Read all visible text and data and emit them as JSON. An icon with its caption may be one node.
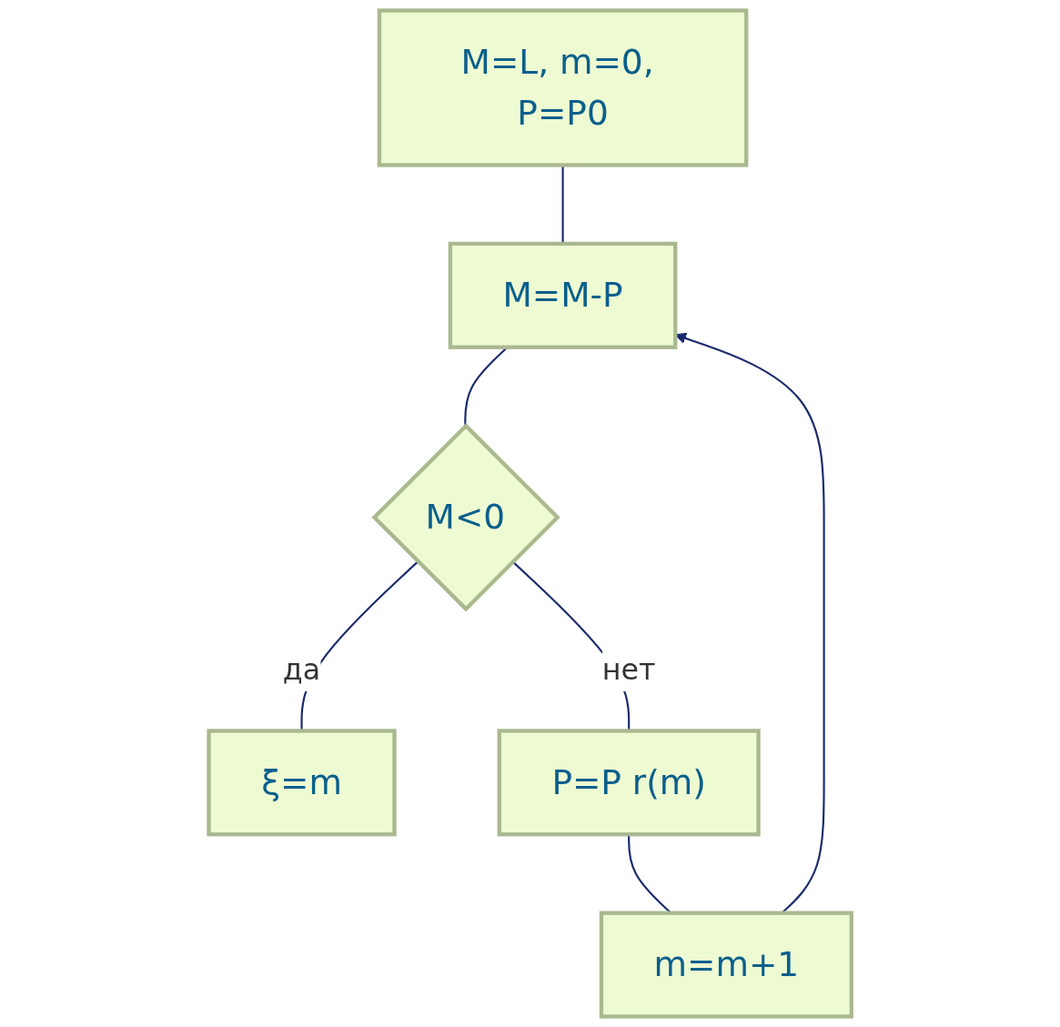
{
  "diagram": {
    "nodes": [
      {
        "text": [
          "M=L, m=0, P=P0"
        ]
      },
      {
        "text": [
          "M=M-P"
        ]
      },
      {
        "text": [
          "M<0"
        ]
      },
      {
        "text": [
          "ξ=m"
        ]
      },
      {
        "text": [
          "P=P r(m)"
        ]
      },
      {
        "text": [
          "m=m+1"
        ]
      }
    ],
    "edges": [
      {
        "from": 0,
        "to": 1,
        "arrow": "none"
      },
      {
        "from": 1,
        "to": 2,
        "arrow": "none"
      },
      {
        "from": 2,
        "to": 3,
        "arrow": "none",
        "label": "да"
      },
      {
        "from": 2,
        "to": 4,
        "arrow": "none",
        "label": "нет"
      },
      {
        "from": 4,
        "to": 5,
        "arrow": "none"
      },
      {
        "from": 5,
        "to": 1,
        "arrow": "to"
      }
    ]
  }
}
